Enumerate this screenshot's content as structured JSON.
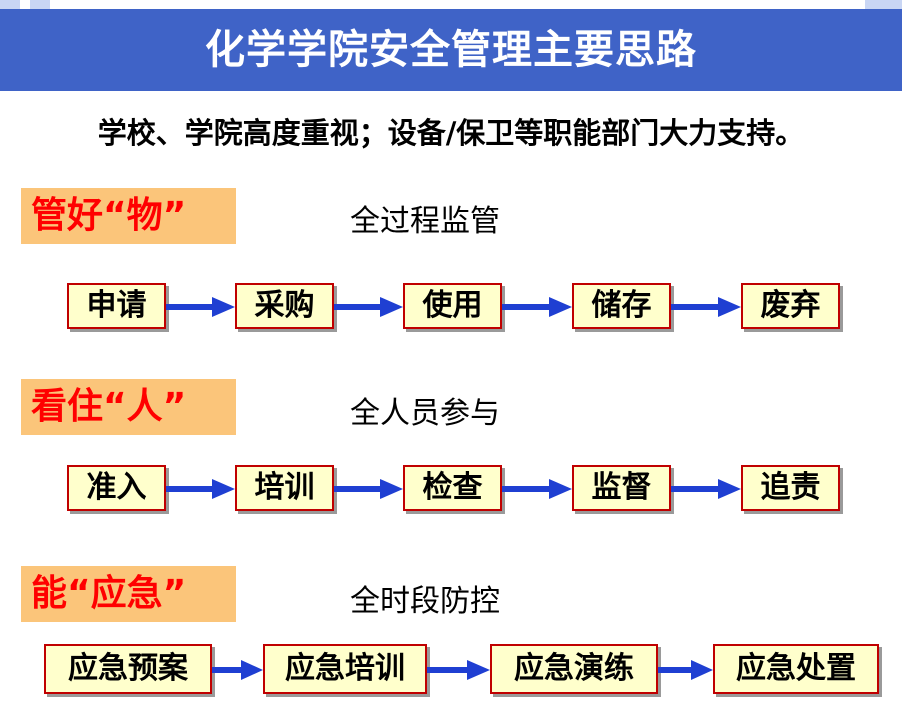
{
  "title": "化学学院安全管理主要思路",
  "subtitle": "学校、学院高度重视；设备/保卫等职能部门大力支持。",
  "sections": [
    {
      "label": "管好“物”",
      "note": "全过程监管",
      "steps": [
        "申请",
        "采购",
        "使用",
        "储存",
        "废弃"
      ]
    },
    {
      "label": "看住“人”",
      "note": "全人员参与",
      "steps": [
        "准入",
        "培训",
        "检查",
        "监督",
        "追责"
      ]
    },
    {
      "label": "能“应急”",
      "note": "全时段防控",
      "steps": [
        "应急预案",
        "应急培训",
        "应急演练",
        "应急处置"
      ]
    }
  ],
  "colors": {
    "title_bar": "#3f63c7",
    "label_bg": "#fbc57a",
    "label_text": "#ff0000",
    "step_border": "#c00000",
    "step_bg": "#ffffcc",
    "arrow": "#1f3fd2"
  }
}
